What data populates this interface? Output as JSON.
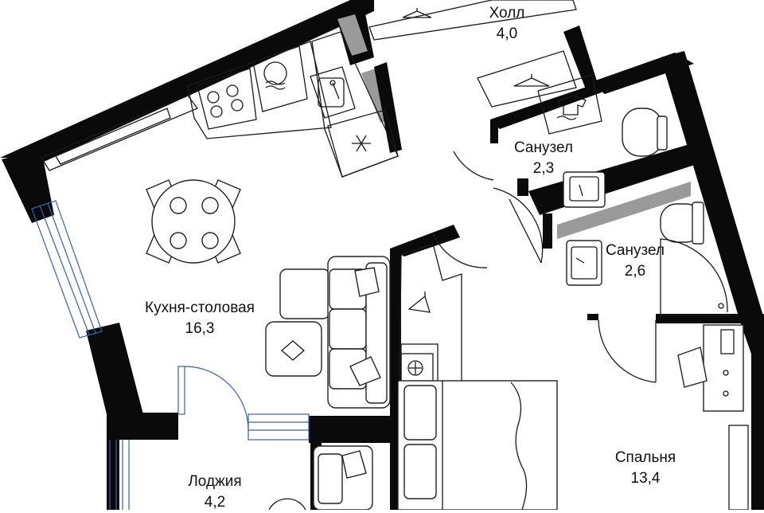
{
  "rooms": {
    "hall": {
      "name": "Холл",
      "area": "4,0"
    },
    "bathroom_1": {
      "name": "Санузел",
      "area": "2,3"
    },
    "bathroom_2": {
      "name": "Санузел",
      "area": "2,6"
    },
    "kitchen_dining": {
      "name": "Кухня-столовая",
      "area": "16,3"
    },
    "bedroom": {
      "name": "Спальня",
      "area": "13,4"
    },
    "loggia": {
      "name": "Лоджия",
      "area": "4,2"
    }
  },
  "colors": {
    "wall": "#0a0a0a",
    "window": "#3a5fb0",
    "shaded_wall": "#9a9a9a",
    "background": "#ffffff"
  },
  "icons": [
    "stove-icon",
    "dishwasher-icon",
    "sink-icon",
    "fridge-icon",
    "washing-machine-icon",
    "toilet-icon",
    "hanger-icon",
    "table-icon",
    "chair-icon",
    "sofa-icon",
    "armchair-icon",
    "bed-icon",
    "desk-icon",
    "shower-icon",
    "lamp-icon"
  ]
}
